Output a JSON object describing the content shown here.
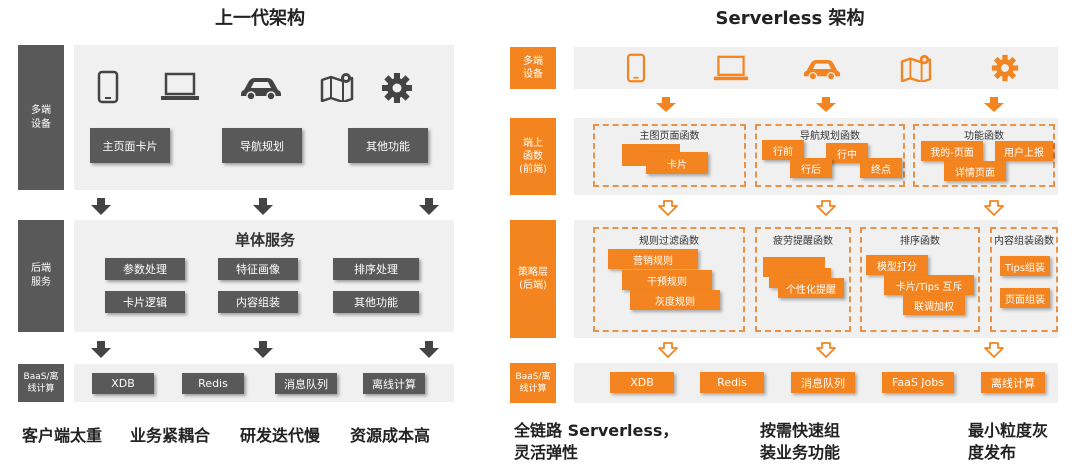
{
  "titles": {
    "left": "上一代架构",
    "right": "Serverless 架构"
  },
  "left": {
    "side_labels": {
      "devices": "多端\n设备",
      "backend": "后端\n服务",
      "baas": "BaaS/离\n线计算"
    },
    "device_icons": [
      "phone-icon",
      "laptop-icon",
      "car-icon",
      "map-icon",
      "gear-icon"
    ],
    "features": [
      "主页面卡片",
      "导航规划",
      "其他功能"
    ],
    "service_title": "单体服务",
    "services": [
      "参数处理",
      "特征画像",
      "排序处理",
      "卡片逻辑",
      "内容组装",
      "其他功能"
    ],
    "baas": [
      "XDB",
      "Redis",
      "消息队列",
      "离线计算"
    ],
    "bottom": [
      "客户端太重",
      "业务紧耦合",
      "研发迭代慢",
      "资源成本高"
    ]
  },
  "right": {
    "side_labels": {
      "devices": "多端\n设备",
      "frontend": "端上\n函数\n(前端)",
      "strategy": "策略层\n(后端)",
      "baas": "BaaS/离\n线计算"
    },
    "device_icons": [
      "phone-icon",
      "laptop-icon",
      "car-icon",
      "map-icon",
      "gear-icon"
    ],
    "frontend_groups": [
      {
        "title": "主图页面函数",
        "items": [
          "卡片"
        ]
      },
      {
        "title": "导航规划函数",
        "items": [
          "行前",
          "行中",
          "行后",
          "终点"
        ]
      },
      {
        "title": "功能函数",
        "items": [
          "我的-页面",
          "用户上报",
          "详情页面"
        ]
      }
    ],
    "strategy_groups": [
      {
        "title": "规则过滤函数",
        "items": [
          "营销规则",
          "干预规则",
          "灰度规则"
        ]
      },
      {
        "title": "疲劳提醒函数",
        "items": [
          "个性化提醒"
        ]
      },
      {
        "title": "排序函数",
        "items": [
          "模型打分",
          "卡片/Tips 互斥",
          "联调加权"
        ]
      },
      {
        "title": "内容组装函数",
        "items": [
          "Tips组装",
          "页面组装"
        ]
      }
    ],
    "baas": [
      "XDB",
      "Redis",
      "消息队列",
      "FaaS Jobs",
      "离线计算"
    ],
    "bottom": [
      "全链路 Serverless，\n灵活弹性",
      "按需快速组\n装业务功能",
      "最小粒度灰\n度发布"
    ]
  },
  "colors": {
    "orange": "#f4841f",
    "dark_gray": "#595959",
    "band_gray": "#f0f0f0"
  }
}
